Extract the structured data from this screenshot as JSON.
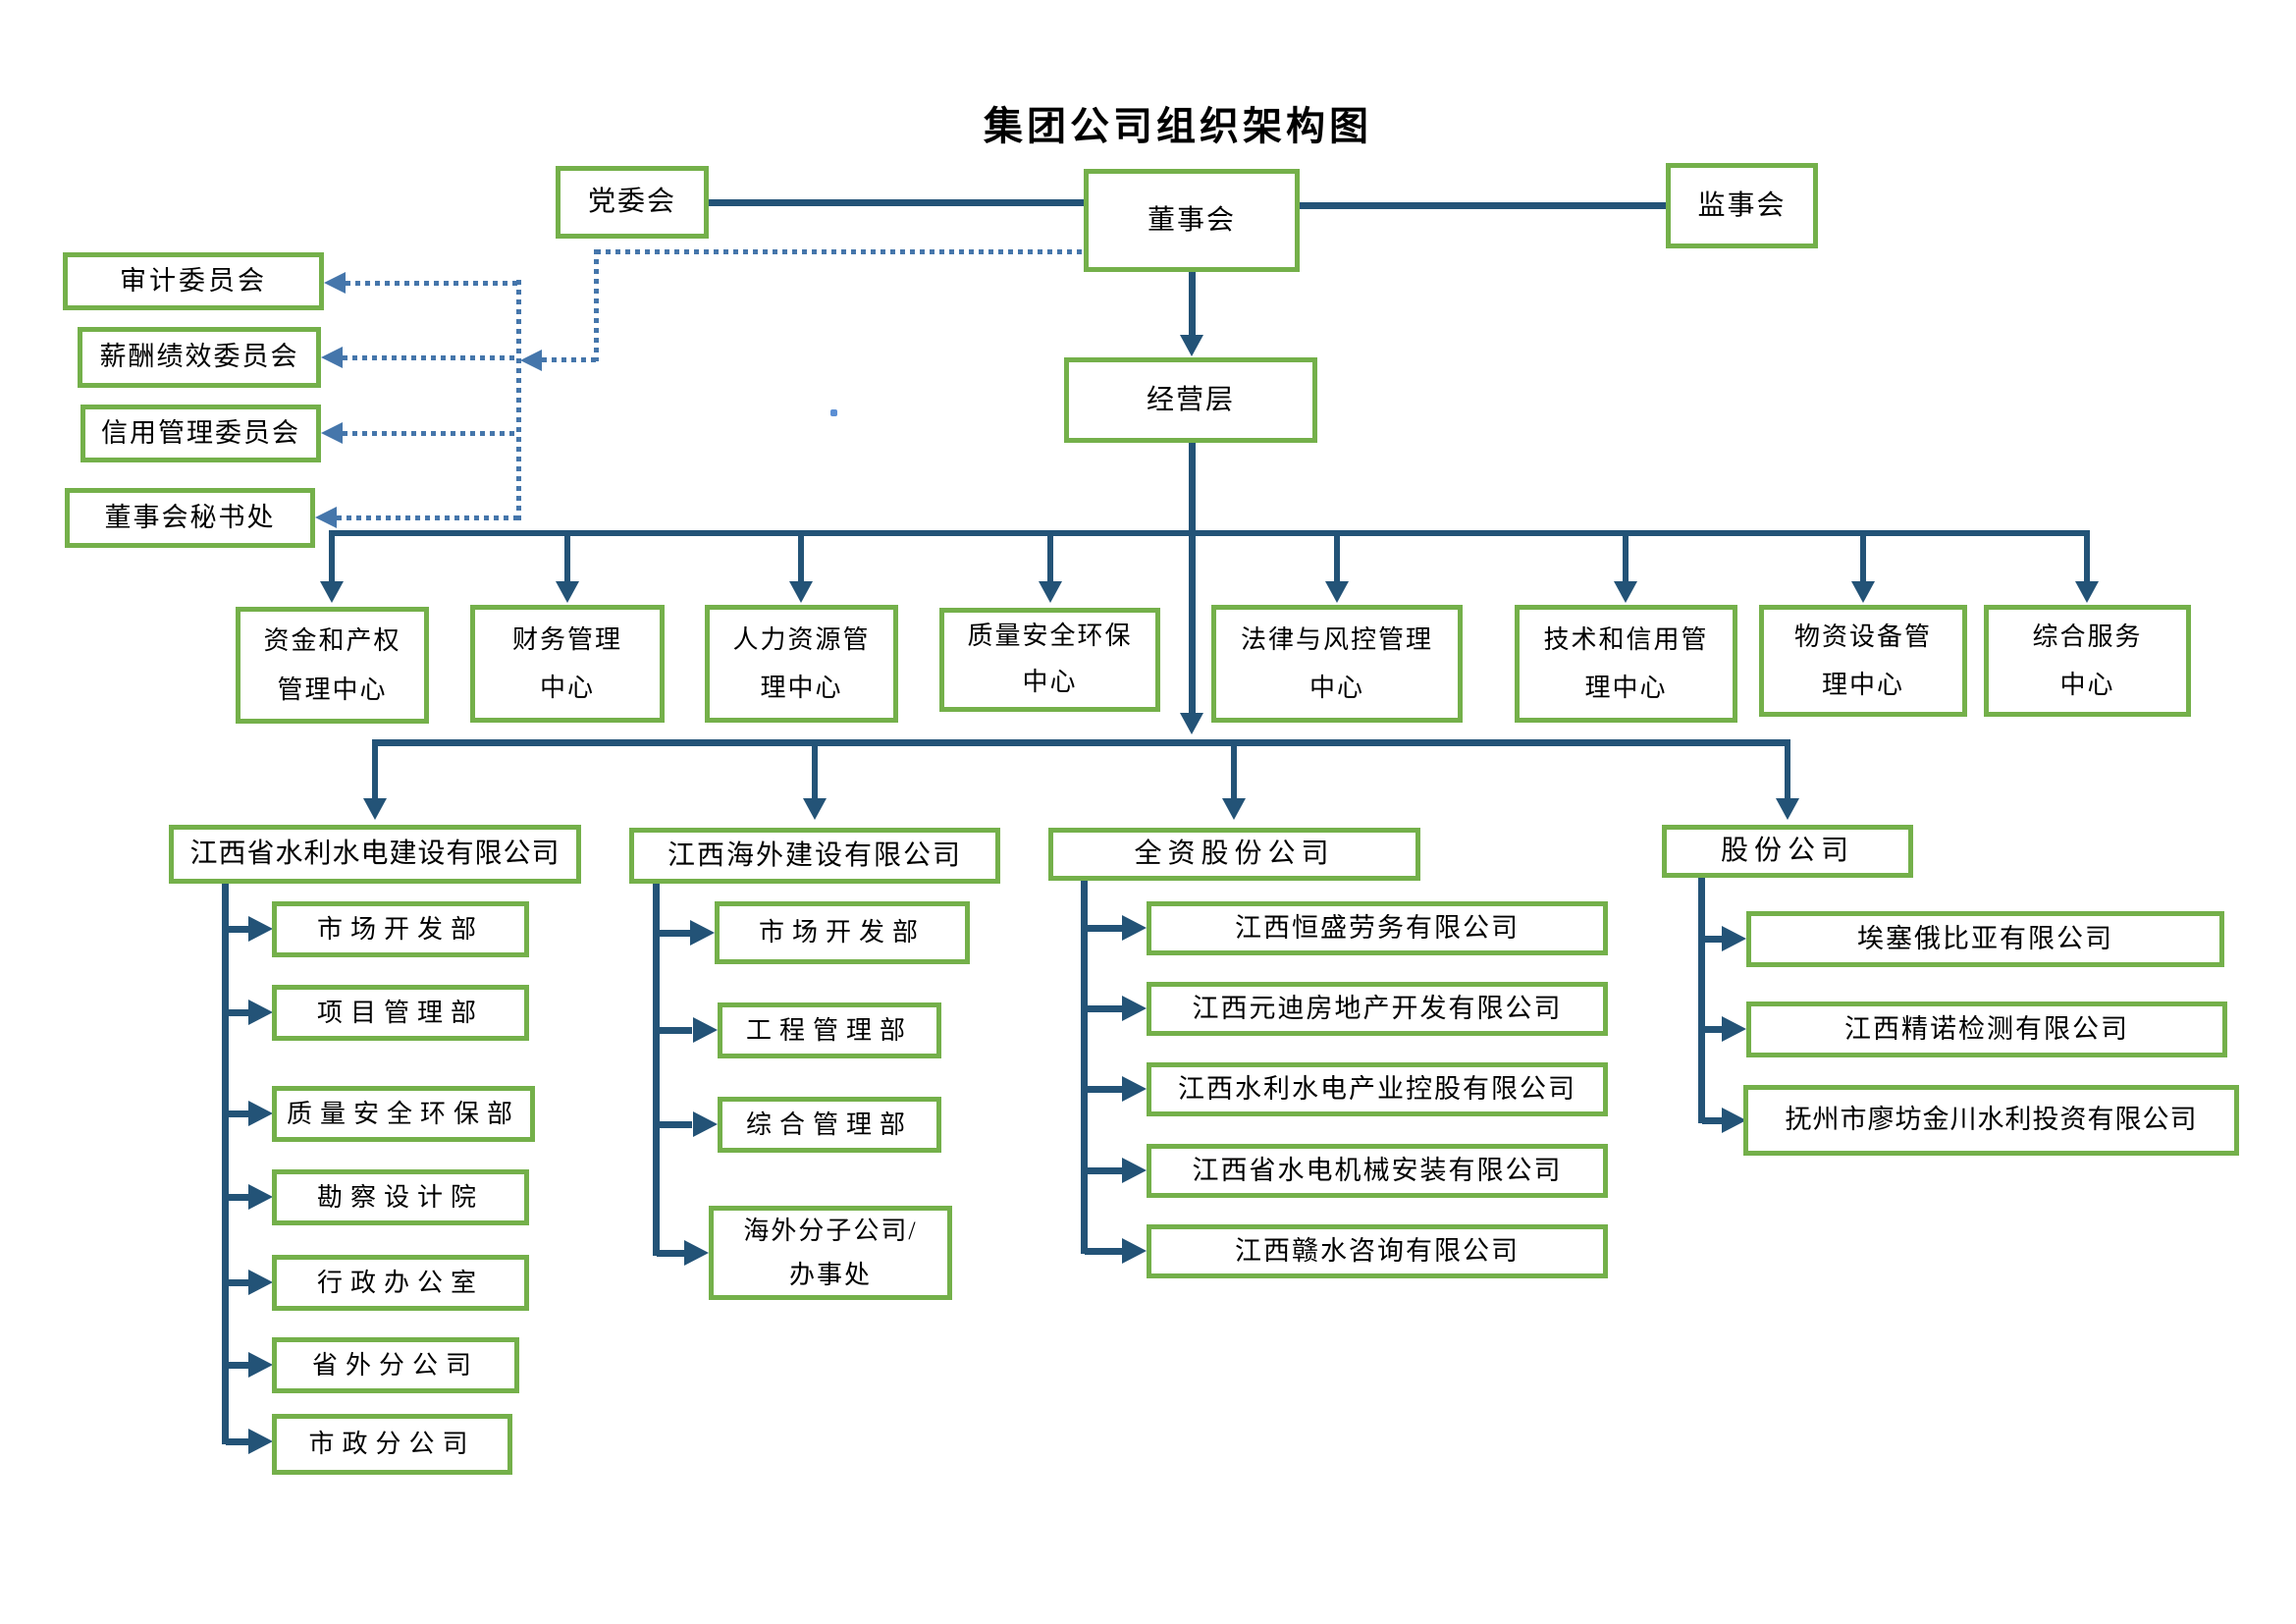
{
  "title": "集团公司组织架构图",
  "colors": {
    "box_border": "#74b04a",
    "solid_line": "#235377",
    "dotted_line": "#4576ab",
    "text": "#000000"
  },
  "top": {
    "party_committee": "党委会",
    "board": "董事会",
    "supervisory_board": "监事会"
  },
  "committees": {
    "audit": "审计委员会",
    "compensation": "薪酬绩效委员会",
    "credit": "信用管理委员会",
    "board_secretariat": "董事会秘书处"
  },
  "management": {
    "operating_level": "经营层"
  },
  "centers": [
    "资金和产权\n管理中心",
    "财务管理\n中心",
    "人力资源管\n理中心",
    "质量安全环保\n中心",
    "法律与风控管理\n中心",
    "技术和信用管\n理中心",
    "物资设备管\n理中心",
    "综合服务\n中心"
  ],
  "companies": {
    "co1": {
      "name": "江西省水利水电建设有限公司",
      "children": [
        "市场开发部",
        "项目管理部",
        "质量安全环保部",
        "勘察设计院",
        "行政办公室",
        "省外分公司",
        "市政分公司"
      ]
    },
    "co2": {
      "name": "江西海外建设有限公司",
      "children": [
        "市场开发部",
        "工程管理部",
        "综合管理部",
        "海外分子公司/\n办事处"
      ]
    },
    "co3": {
      "name": "全资股份公司",
      "children": [
        "江西恒盛劳务有限公司",
        "江西元迪房地产开发有限公司",
        "江西水利水电产业控股有限公司",
        "江西省水电机械安装有限公司",
        "江西赣水咨询有限公司"
      ]
    },
    "co4": {
      "name": "股份公司",
      "children": [
        "埃塞俄比亚有限公司",
        "江西精诺检测有限公司",
        "抚州市廖坊金川水利投资有限公司"
      ]
    }
  }
}
